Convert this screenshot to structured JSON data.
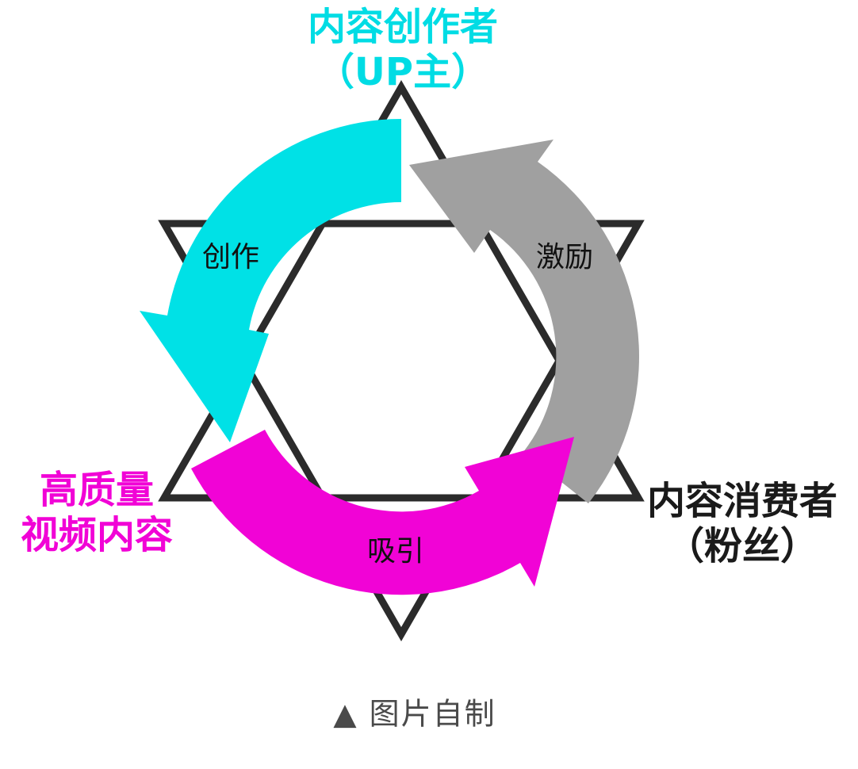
{
  "diagram": {
    "nodes": {
      "creator": {
        "line1": "内容创作者",
        "line2": "（UP主）",
        "color": "#00DCE4"
      },
      "consumer": {
        "line1": "内容消费者",
        "line2": "（粉丝）",
        "color": "#1A1A1A"
      },
      "content": {
        "line1": "高质量",
        "line2": "视频内容",
        "color": "#F103D6"
      }
    },
    "arrows": {
      "create": {
        "label": "创作",
        "color": "#00E1E6"
      },
      "incentivize": {
        "label": "激励",
        "color": "#A0A0A0"
      },
      "attract": {
        "label": "吸引",
        "color": "#F103D6"
      }
    },
    "star_color": "#2B2B2B",
    "caption": "▲ 图片自制"
  }
}
